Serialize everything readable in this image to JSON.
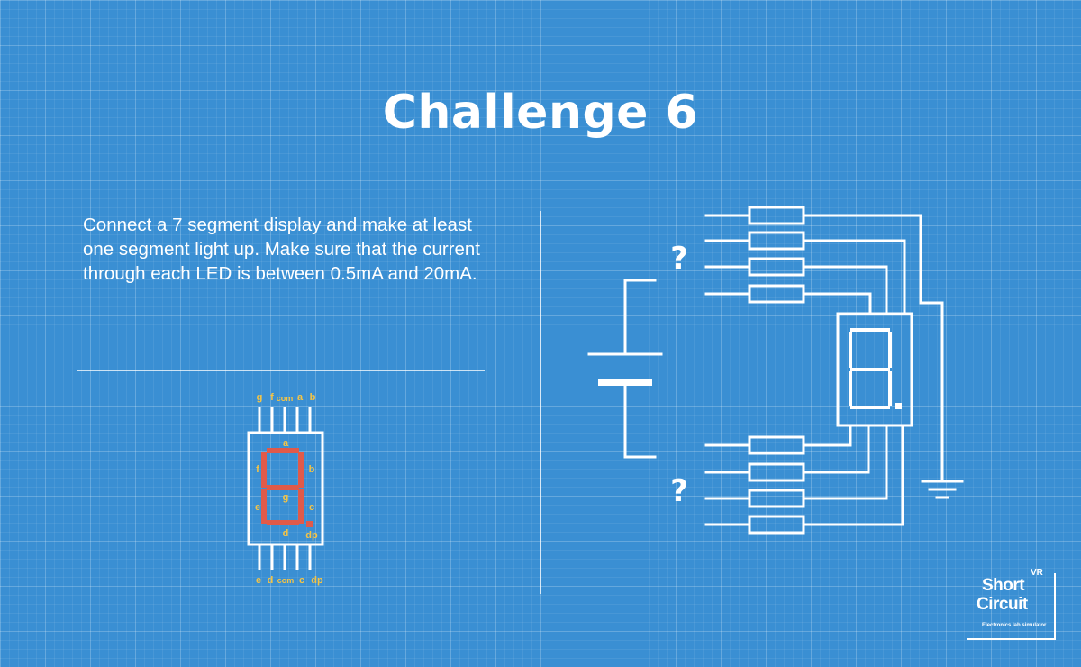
{
  "title": "Challenge 6",
  "description": "Connect a 7 segment display and make at least one segment light up. Make sure that the current through each LED is between 0.5mA and 20mA.",
  "pinout": {
    "top_pins": [
      "g",
      "f",
      "com",
      "a",
      "b"
    ],
    "bottom_pins": [
      "e",
      "d",
      "com",
      "c",
      "dp"
    ],
    "segment_labels": [
      "a",
      "b",
      "c",
      "d",
      "e",
      "f",
      "g",
      "dp"
    ],
    "segment_color": "#e05a4a",
    "label_color": "#f5c445"
  },
  "circuit": {
    "unknown_marks": [
      "?",
      "?"
    ]
  },
  "logo": {
    "line1": "Short",
    "line2": "Circuit",
    "superscript": "VR",
    "tagline": "Electronics lab simulator"
  },
  "colors": {
    "background": "#3a8fd3",
    "lines": "#ffffff"
  }
}
